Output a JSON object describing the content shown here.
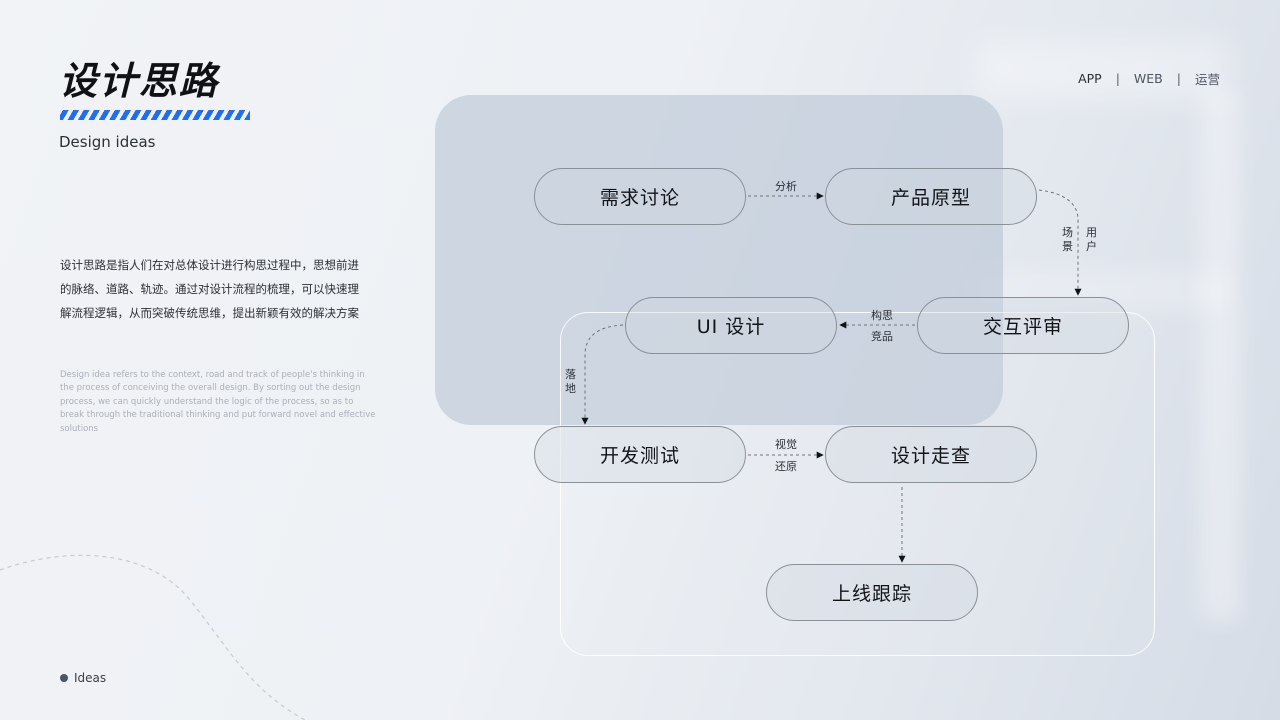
{
  "header": {
    "title": "设计思路",
    "subtitle": "Design ideas",
    "nav": [
      "APP",
      "WEB",
      "运营"
    ]
  },
  "intro": {
    "cn_lines": [
      "设计思路是指人们在对总体设计进行构思过程中，思想前进",
      "的脉络、道路、轨迹。通过对设计流程的梳理，可以快速理",
      "解流程逻辑，从而突破传统思维，提出新颖有效的解决方案"
    ],
    "en_lines": [
      "Design idea refers to the context, road and track of people's thinking in",
      "the process of conceiving the overall design. By sorting out the design",
      "process, we can quickly understand the logic of the process, so as to",
      "break through the traditional thinking and put forward novel and effective",
      "solutions"
    ]
  },
  "footer": {
    "label": "Ideas"
  },
  "flow": {
    "nodes": {
      "n1": "需求讨论",
      "n2": "产品原型",
      "n3": "UI 设计",
      "n4": "交互评审",
      "n5": "开发测试",
      "n6": "设计走查",
      "n7": "上线跟踪"
    },
    "edge_labels": {
      "n1_n2": "分析",
      "n2_n4_a": "场景",
      "n2_n4_b": "用户",
      "n4_n3_a": "构思",
      "n4_n3_b": "竞品",
      "n3_n5": "落地",
      "n5_n6_a": "视觉",
      "n5_n6_b": "还原"
    }
  },
  "colors": {
    "accent": "#1f6ef2",
    "title": "#0f1115",
    "node_border": "#8a9098",
    "panel": "#bcc9d7"
  }
}
